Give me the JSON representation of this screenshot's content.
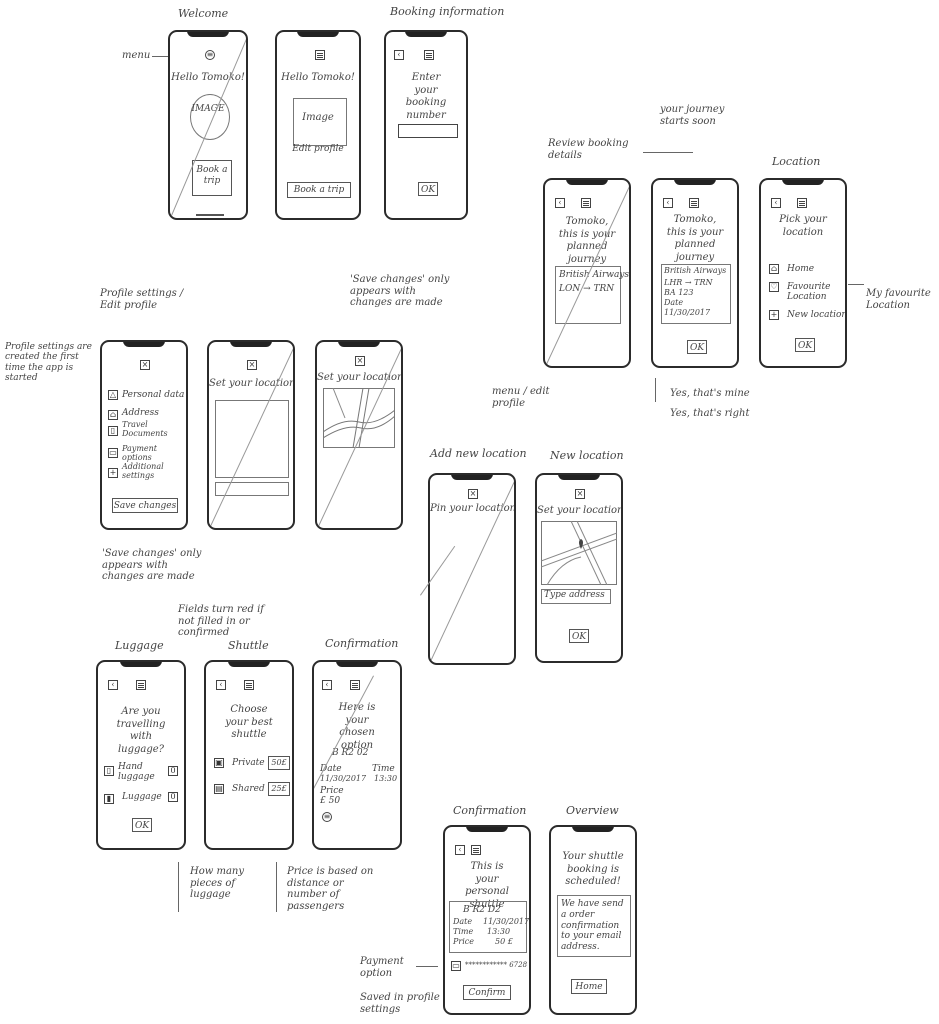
{
  "annotations": {
    "welcome": "Welcome",
    "menu": "menu",
    "booking_information": "Booking information",
    "journey_starts": "your journey starts soon",
    "review_booking": "Review booking details",
    "location": "Location",
    "my_favourite": "My favourite Location",
    "profile_settings": "Profile settings / Edit profile",
    "profile_created": "Profile settings are created the first time the app is started",
    "save_changes_top": "'Save changes' only appears with changes are made",
    "save_changes_bottom": "'Save changes' only appears with changes are made",
    "yes_mine": "Yes, that's mine",
    "yes_right": "Yes, that's right",
    "menu_edit": "menu / edit profile",
    "add_new_location": "Add new location",
    "new_location": "New location",
    "fields_red": "Fields turn red if not filled in or confirmed",
    "luggage": "Luggage",
    "shuttle": "Shuttle",
    "confirmation1": "Confirmation",
    "confirmation2": "Confirmation",
    "overview": "Overview",
    "how_many": "How many pieces of luggage",
    "price_based": "Price is based on distance or number of passengers",
    "payment_option": "Payment option",
    "saved_profile": "Saved in profile settings"
  },
  "screens": {
    "s1": {
      "greeting": "Hello Tomoko!",
      "image": "IMAGE",
      "button": "Book a trip"
    },
    "s2": {
      "greeting": "Hello Tomoko!",
      "image": "Image",
      "edit": "Edit profile",
      "button": "Book a trip"
    },
    "s3": {
      "text": "Enter your booking number",
      "button": "OK"
    },
    "s4": {
      "text": "Tomoko, this is your planned journey",
      "airline": "British Airways",
      "route": "LON → TRN"
    },
    "s5": {
      "text": "Tomoko, this is your planned journey",
      "airline": "British Airways",
      "route": "LHR → TRN",
      "flight": "BA 123",
      "date_label": "Date",
      "date": "11/30/2017",
      "button": "OK"
    },
    "s6": {
      "text": "Pick your location",
      "home": "Home",
      "favourite": "Favourite Location",
      "new": "New location",
      "button": "OK"
    },
    "s7": {
      "items": [
        "Personal data",
        "Address",
        "Travel Documents",
        "Payment options",
        "Additional settings"
      ],
      "button": "Save changes"
    },
    "s8": {
      "text": "Set your location"
    },
    "s9": {
      "text": "Set your location"
    },
    "s10": {
      "text": "Pin your location"
    },
    "s11": {
      "text": "Set your location",
      "address": "Type address",
      "button": "OK"
    },
    "s12": {
      "text": "Are you travelling with luggage?",
      "hand": "Hand luggage",
      "hand_count": "0",
      "lug": "Luggage",
      "lug_count": "0",
      "button": "OK"
    },
    "s13": {
      "text": "Choose your best shuttle",
      "private": "Private",
      "private_price": "50£",
      "shared": "Shared",
      "shared_price": "25£"
    },
    "s14": {
      "text": "Here is your chosen option",
      "code": "B R2 02",
      "date_label": "Date",
      "date": "11/30/2017",
      "time_label": "Time",
      "time": "13:30",
      "price_label": "Price",
      "price": "£ 50"
    },
    "s15": {
      "text": "This is your personal shuttle",
      "code": "B R2 D2",
      "date_label": "Date",
      "date": "11/30/2017",
      "time_label": "Time",
      "time": "13:30",
      "price_label": "Price",
      "price": "50 £",
      "card": "************ 6728",
      "button": "Confirm"
    },
    "s16": {
      "text": "Your shuttle booking is scheduled!",
      "msg": "We have send a order confirmation to your email address.",
      "button": "Home"
    }
  }
}
